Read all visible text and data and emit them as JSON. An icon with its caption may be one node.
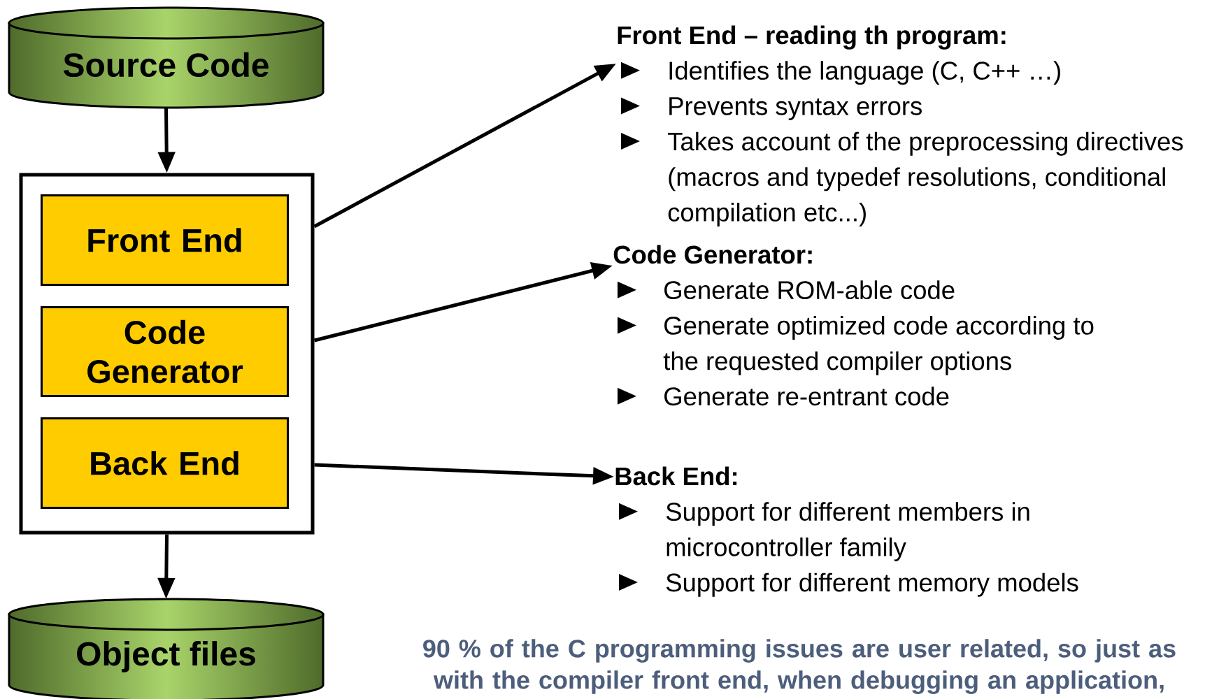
{
  "diagram": {
    "nodes": [
      {
        "text": [
          "Source Code"
        ]
      },
      {
        "text": [],
        "shape": "box"
      },
      {
        "text": [
          "Front End"
        ],
        "in": 1
      },
      {
        "text": [
          "Code Generator"
        ],
        "in": 1
      },
      {
        "text": [
          "Back End"
        ],
        "in": 1
      },
      {
        "text": [
          "Object files"
        ]
      },
      {
        "text": [
          "Front End – reading th program:",
          "Identifies the language (C, C++ …)",
          "Prevents syntax errors",
          "Takes account of the preprocessing directives (macros and typedef resolutions, conditional compilation etc...)"
        ]
      },
      {
        "text": [
          "Code Generator:",
          "Generate ROM-able code",
          "Generate optimized code according to the requested compiler options",
          "Generate re-entrant code"
        ]
      },
      {
        "text": [
          "Back End:",
          "Support for different members in microcontroller family",
          "Support for different memory models"
        ]
      }
    ],
    "edges": [
      {
        "from": 0,
        "to": 1,
        "arrow": "to"
      },
      {
        "from": 1,
        "to": 6,
        "arrow": "to"
      },
      {
        "from": 1,
        "to": 7,
        "arrow": "to"
      },
      {
        "from": 1,
        "to": 8,
        "arrow": "to"
      },
      {
        "from": 1,
        "to": 5,
        "arrow": "to"
      }
    ],
    "labels": [
      "90 % of the C programming issues are user related, so just as with the compiler front end, when debugging an application,"
    ]
  }
}
